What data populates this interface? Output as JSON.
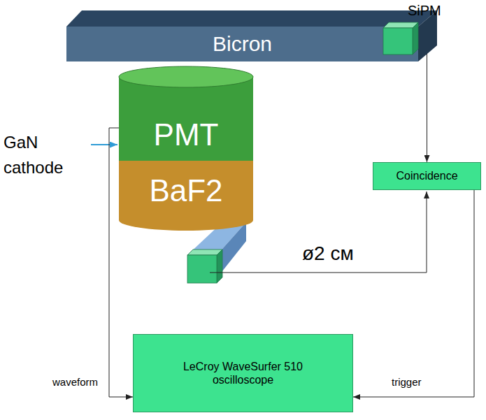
{
  "diagram": {
    "nodes": [
      {
        "text": [
          "Bicron"
        ]
      },
      {
        "text": [
          "SiPM"
        ]
      },
      {
        "text": [
          "PMT"
        ]
      },
      {
        "text": [
          "BaF2"
        ]
      },
      {
        "text": [
          "Coincidence"
        ]
      },
      {
        "text": [
          "LeCroy WaveSurfer 510 oscilloscope"
        ]
      }
    ],
    "edges": [
      {
        "from": 1,
        "to": 4,
        "arrow": "to"
      },
      {
        "from": 4,
        "to": 5,
        "label": "trigger",
        "arrow": "to"
      },
      {
        "from": 2,
        "to": 5,
        "label": "waveform",
        "arrow": "to"
      }
    ],
    "labels": [
      "GaN cathode",
      "ø2 см"
    ]
  }
}
